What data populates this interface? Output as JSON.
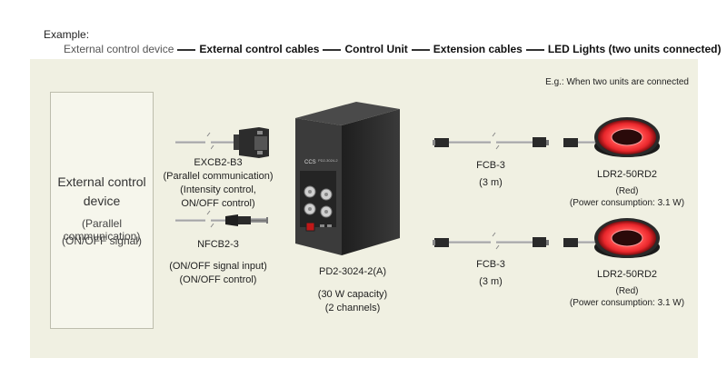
{
  "header": {
    "example": "Example:",
    "device": "External control device",
    "cables": "External control cables",
    "unit": "Control Unit",
    "extension": "Extension cables",
    "lights": "LED Lights (two units connected)"
  },
  "note": "E.g.: When two units are connected",
  "external_device": {
    "title_line1": "External control",
    "title_line2": "device",
    "sub1": "(Parallel communication)",
    "sub2": "(ON/OFF signal)"
  },
  "excb": {
    "name": "EXCB2-B3",
    "line1": "(Parallel communication)",
    "line2": "(Intensity control,",
    "line3": "ON/OFF control)"
  },
  "nfcb": {
    "name": "NFCB2-3",
    "line1": "(ON/OFF signal input)",
    "line2": "(ON/OFF control)"
  },
  "control_unit": {
    "name": "PD2-3024-2(A)",
    "line1": "(30 W capacity)",
    "line2": "(2 channels)"
  },
  "fcb_top": {
    "name": "FCB-3",
    "length": "(3 m)"
  },
  "fcb_bottom": {
    "name": "FCB-3",
    "length": "(3 m)"
  },
  "led_top": {
    "name": "LDR2-50RD2",
    "color": "(Red)",
    "power": "(Power consumption: 3.1 W)"
  },
  "led_bottom": {
    "name": "LDR2-50RD2",
    "color": "(Red)",
    "power": "(Power consumption: 3.1 W)"
  },
  "colors": {
    "panel": "#f0f0e2",
    "led_red": "#e8262b",
    "unit_body": "#2b2b2b"
  }
}
